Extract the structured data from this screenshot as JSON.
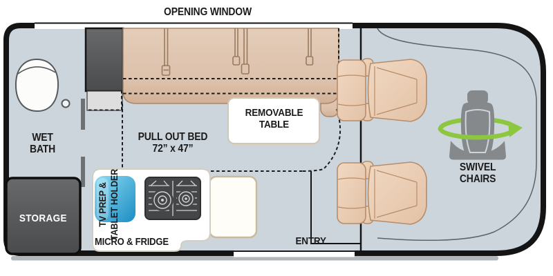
{
  "floorplan": {
    "title": "camper-van-floorplan",
    "labels": {
      "opening_window": "OPENING WINDOW",
      "wet_bath": "WET\nBATH",
      "pull_out_bed": "PULL OUT BED\n72” x 47”",
      "removable_table": "REMOVABLE\nTABLE",
      "storage": "STORAGE",
      "tv_prep": "TV PREP &\nTABLET HOLDER",
      "micro_fridge": "MICRO & FRIDGE",
      "entry": "ENTRY",
      "swivel_chairs": "SWIVEL\nCHAIRS"
    },
    "colors": {
      "floor": "#cdd5dc",
      "body_outline": "#141414",
      "bed_tan": "#ddc2ad",
      "bed_outline": "#a8876a",
      "seat_tan": "#edd2bc",
      "seat_outline": "#b78c69",
      "dark_gray": "#57585a",
      "appliance_gray": "#454648",
      "icon_gray": "#85898c",
      "accent_green": "#8dc63f",
      "accent_blue": "#2ba3d8",
      "strap": "#997a5f",
      "thin_line": "#5d6266"
    }
  }
}
